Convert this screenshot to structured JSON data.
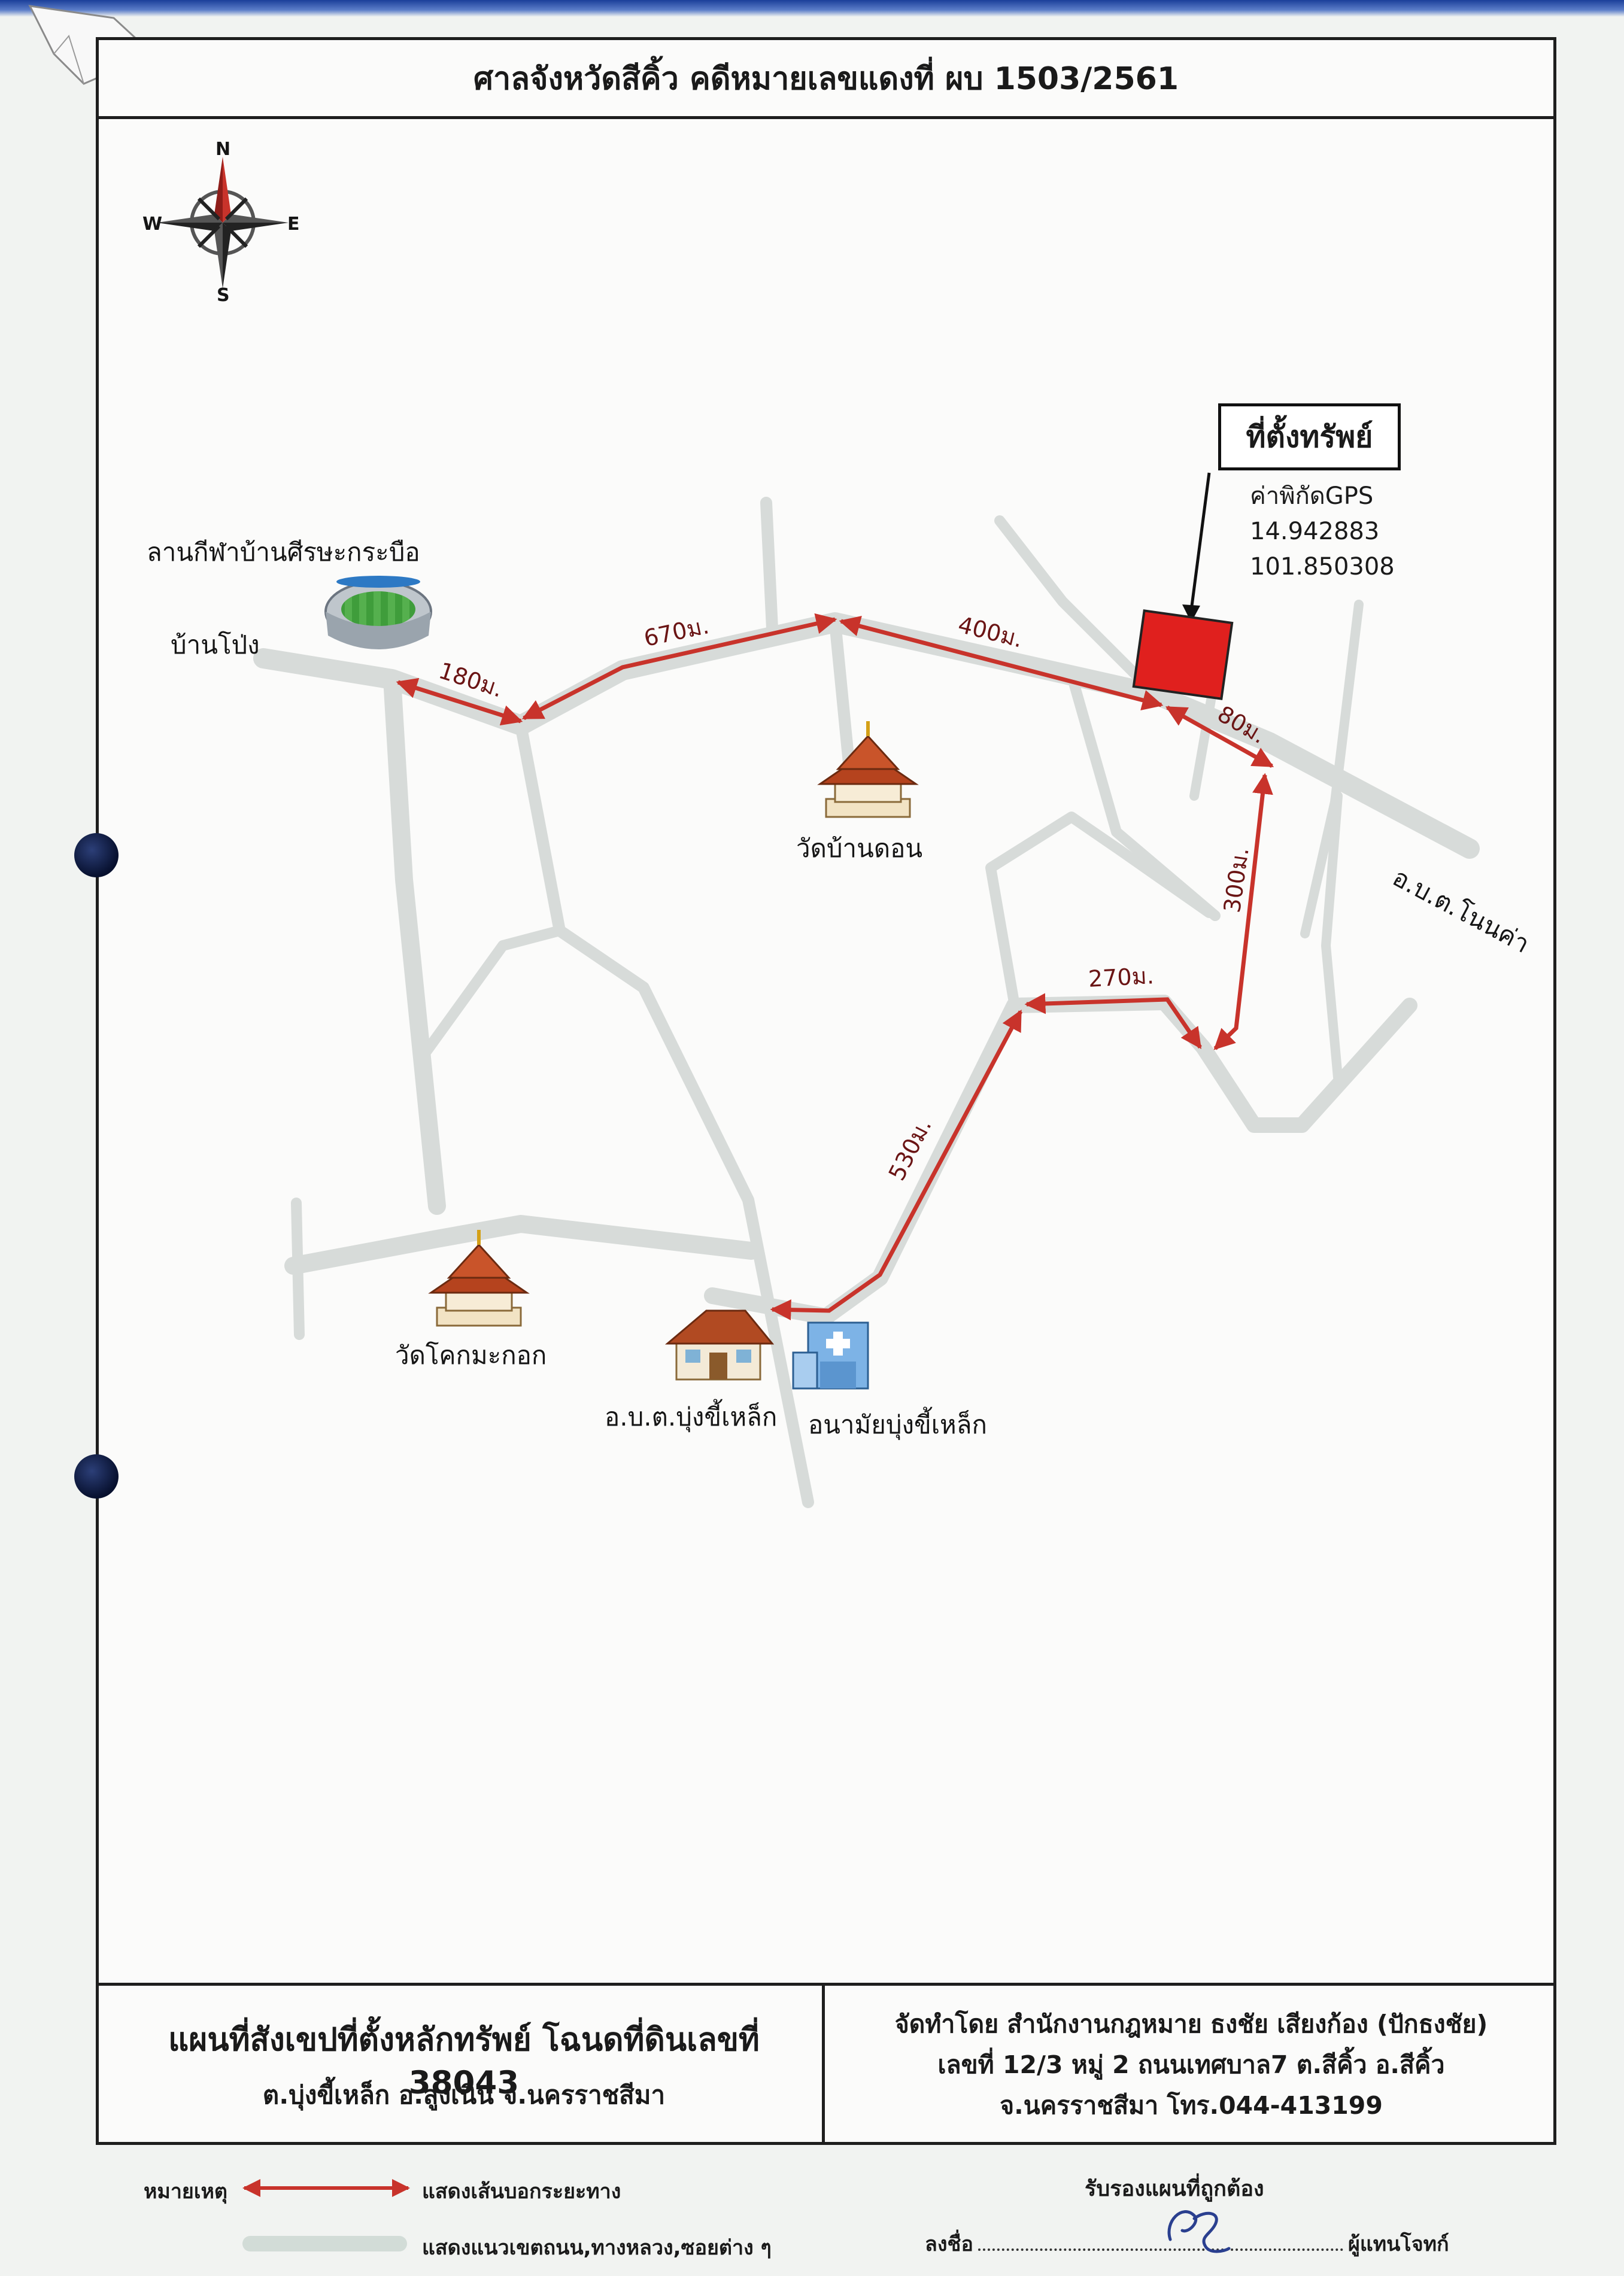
{
  "header": {
    "title": "ศาลจังหวัดสีคิ้ว คดีหมายเลขแดงที่ ผบ 1503/2561"
  },
  "compass": {
    "n": "N",
    "s": "S",
    "e": "E",
    "w": "W"
  },
  "property": {
    "box_label": "ที่ตั้งทรัพย์",
    "gps_label": "ค่าพิกัดGPS",
    "lat": "14.942883",
    "lng": "101.850308",
    "marker_color": "#e0201e"
  },
  "places": {
    "stadium": "ลานกีฬาบ้านศีรษะกระบือ",
    "ban_pong": "บ้านโป่ง",
    "temple_ban_don": "วัดบ้านดอน",
    "obt_non_kha": "อ.บ.ต.โนนค่า",
    "temple_khok_makok": "วัดโคกมะกอก",
    "obt_bung_khilek": "อ.บ.ต.บุ่งขี้เหล็ก",
    "health_center": "อนามัยบุ่งขี้เหล็ก"
  },
  "distances": {
    "d180": "180ม.",
    "d670": "670ม.",
    "d400": "400ม.",
    "d80": "80ม.",
    "d300": "300ม.",
    "d270": "270ม.",
    "d530": "530ม."
  },
  "footer": {
    "left_title": "แผนที่สังเขปที่ตั้งหลักทรัพย์ โฉนดที่ดินเลขที่ 38043",
    "left_sub": "ต.บุ่งขี้เหล็ก  อ.สูงเนิน  จ.นครราชสีมา",
    "right_1": "จัดทำโดย สำนักงานกฎหมาย ธงชัย เสียงก้อง (ปักธงชัย)",
    "right_2": "เลขที่ 12/3 หมู่ 2 ถนนเทศบาล7 ต.สีคิ้ว อ.สีคิ้ว",
    "right_3": "จ.นครราชสีมา โทร.044-413199"
  },
  "legend": {
    "note": "หมายเหตุ",
    "arrow_label": "แสดงเส้นบอกระยะทาง",
    "road_label": "แสดงแนวเขตถนน,ทางหลวง,ซอยต่าง ๆ",
    "arrow_color": "#c8332b",
    "road_color": "#d7dbd9"
  },
  "signature": {
    "certify": "รับรองแผนที่ถูกต้อง",
    "sign_label": "ลงชื่อ",
    "role": "ผู้แทนโจทก์"
  }
}
